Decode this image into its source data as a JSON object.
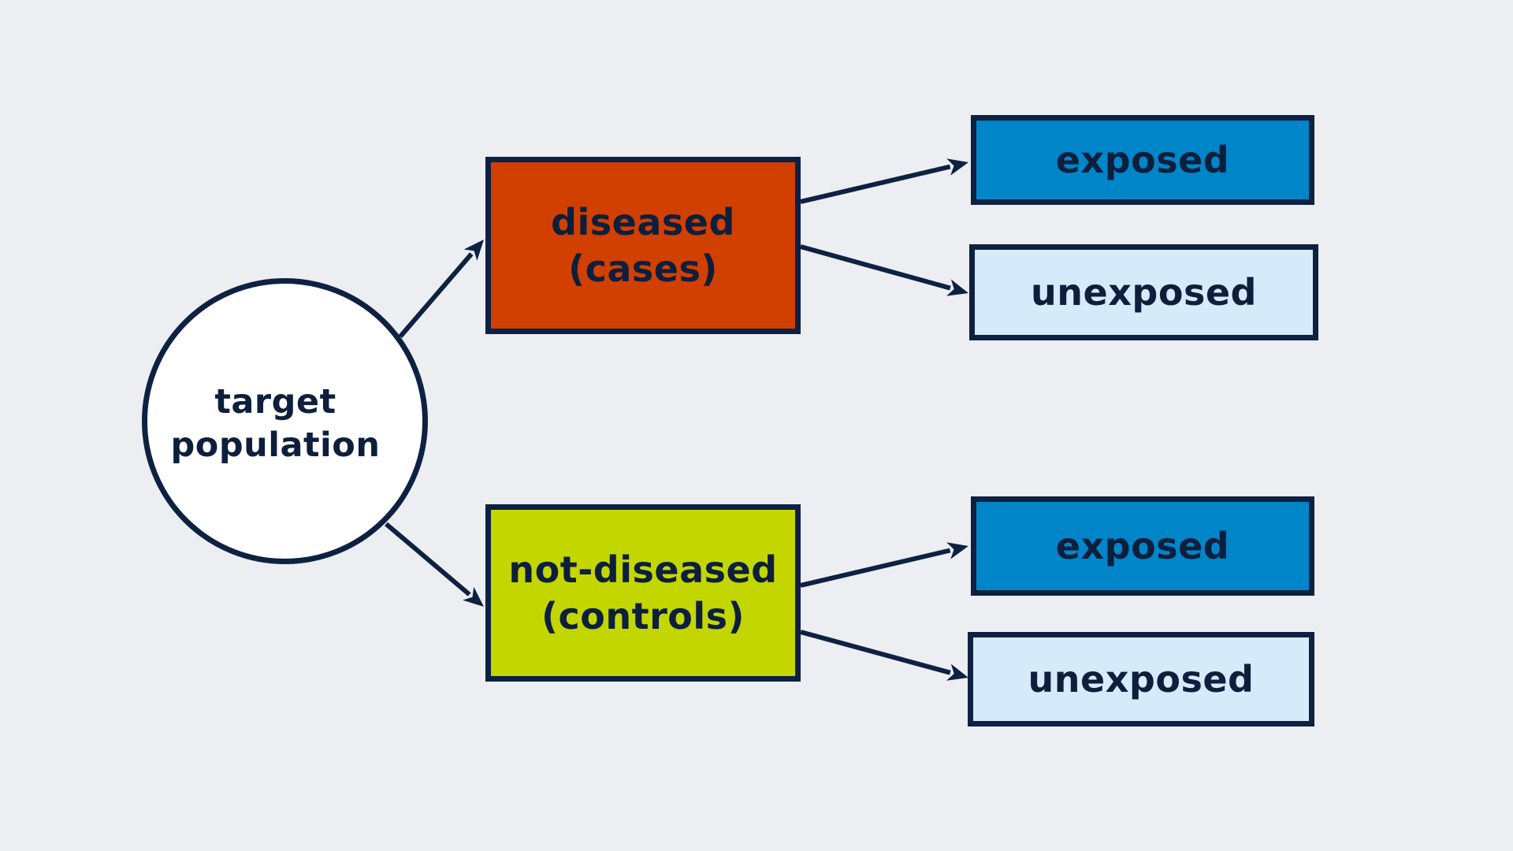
{
  "colors": {
    "background": "#eceef1",
    "outline": "#0d2142",
    "text": "#0d1f3c",
    "population": "#ffffff",
    "cases": "#d14000",
    "controls": "#c3d600",
    "exposed": "#0085c9",
    "unexposed": "#d6ebf9"
  },
  "population": {
    "line1": "target",
    "line2": "population"
  },
  "cases": {
    "line1": "diseased",
    "line2": "(cases)",
    "exposed_label": "exposed",
    "unexposed_label": "unexposed"
  },
  "controls": {
    "line1": "not-diseased",
    "line2": "(controls)",
    "exposed_label": "exposed",
    "unexposed_label": "unexposed"
  }
}
